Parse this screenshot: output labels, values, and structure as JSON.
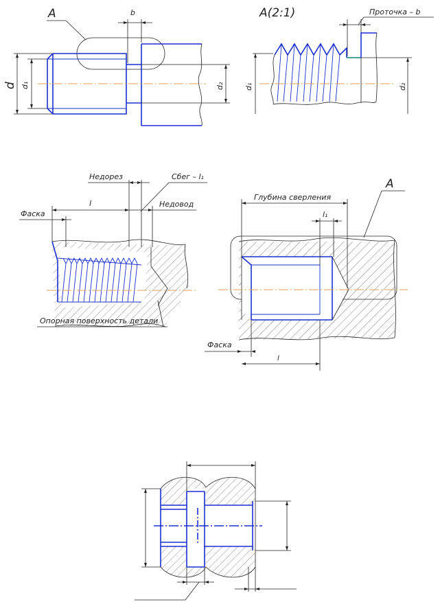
{
  "figure1": {
    "view_label": "A",
    "b_label": "b",
    "d_label": "d",
    "d1_label": "d₁",
    "d2_label": "d₂"
  },
  "figure2": {
    "title": "A(2:1)",
    "groove_label": "Проточка – b",
    "d1_label": "d₁",
    "d2_label": "d₂"
  },
  "figure3": {
    "undercut_label": "Недорез",
    "runout_label": "Сбег – l₁",
    "underrun_label": "Недовод",
    "chamfer_label": "Фаска",
    "l_label": "l",
    "surface_label": "Опорная поверхность детали"
  },
  "figure4": {
    "depth_label": "Глубина сверления",
    "view_label": "A",
    "l1_label": "l₁",
    "chamfer_label": "Фаска",
    "l_label": "l"
  },
  "colors": {
    "contour": "#1a2fd0",
    "axis": "#e0a050",
    "groove": "#2a9a8a",
    "line": "#222222"
  }
}
